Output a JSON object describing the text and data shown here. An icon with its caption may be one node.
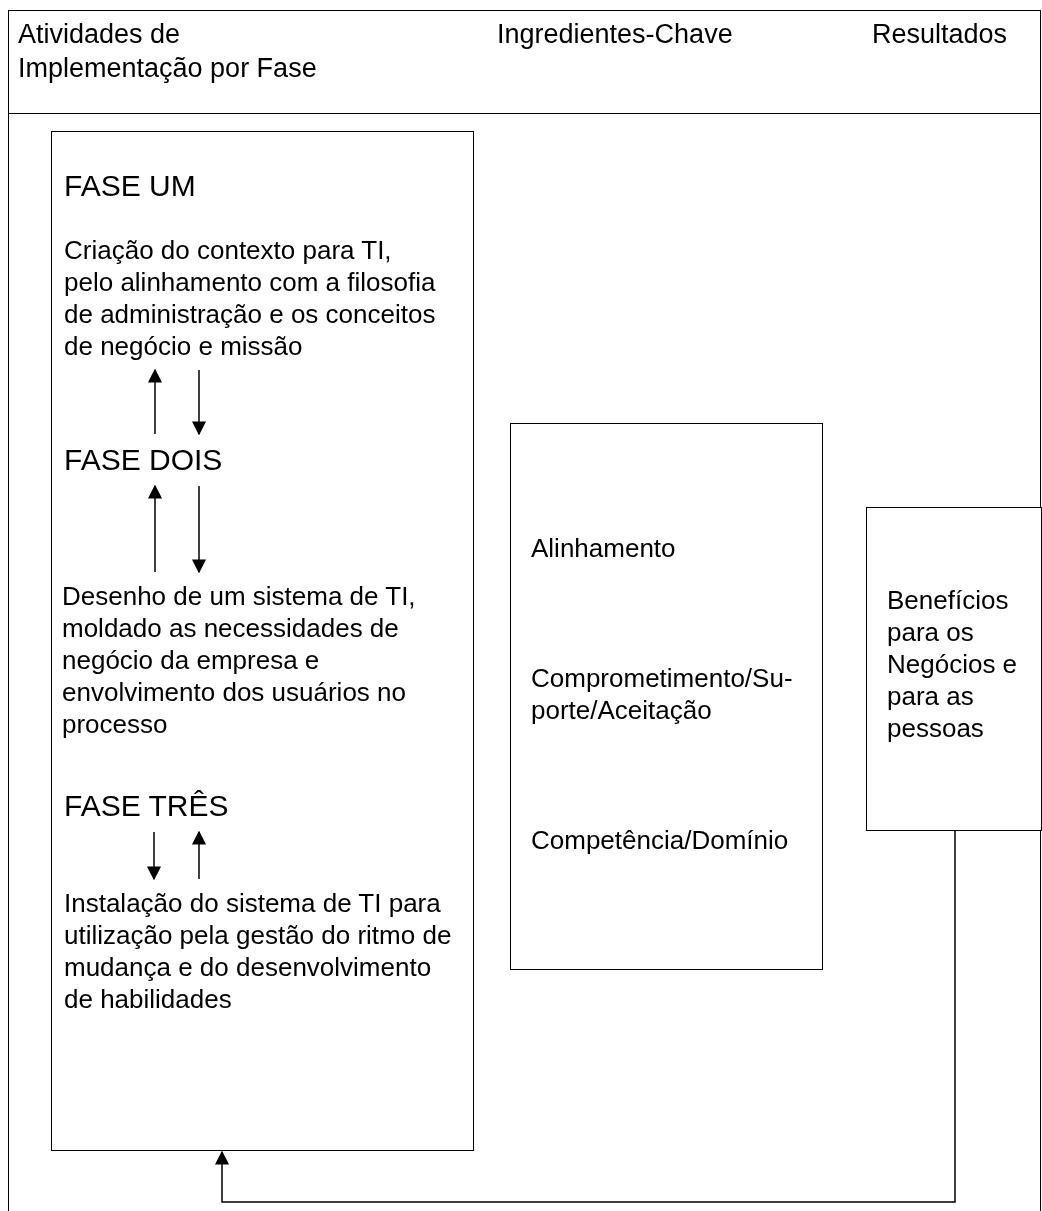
{
  "diagram": {
    "nodes": [
      {
        "text": [],
        "shape": "box"
      },
      {
        "text": [
          "FASE UM"
        ],
        "in": 0
      },
      {
        "text": [
          "Criação do contexto para TI, pelo alinhamento com a filosofia de administração e os conceitos de negócio e missão"
        ],
        "in": 0
      },
      {
        "text": [
          "FASE DOIS"
        ],
        "in": 0
      },
      {
        "text": [
          "Desenho de um sistema de TI, moldado as necessidades de negócio da empresa e envolvimento dos usuários no processo"
        ],
        "in": 0
      },
      {
        "text": [
          "FASE TRÊS"
        ],
        "in": 0
      },
      {
        "text": [
          "Instalação do sistema de TI para utilização pela gestão do ritmo de mudança e do desenvolvimento de habilidades"
        ],
        "in": 0
      },
      {
        "text": [
          "Alinhamento",
          "Comprometimento/Su-porte/Aceitação",
          "Competência/Domínio"
        ]
      },
      {
        "text": [
          "Benefícios para os Negócios e para as pessoas"
        ]
      }
    ],
    "edges": [
      {
        "from": 3,
        "to": 2,
        "arrow": "to"
      },
      {
        "from": 2,
        "to": 3,
        "arrow": "to"
      },
      {
        "from": 4,
        "to": 3,
        "arrow": "to"
      },
      {
        "from": 3,
        "to": 4,
        "arrow": "to"
      },
      {
        "from": 5,
        "to": 6,
        "arrow": "to"
      },
      {
        "from": 6,
        "to": 5,
        "arrow": "to"
      },
      {
        "from": 8,
        "to": 0,
        "arrow": "to"
      }
    ],
    "labels": [
      "Atividades de Implementação por Fase",
      "Ingredientes-Chave",
      "Resultados"
    ]
  }
}
